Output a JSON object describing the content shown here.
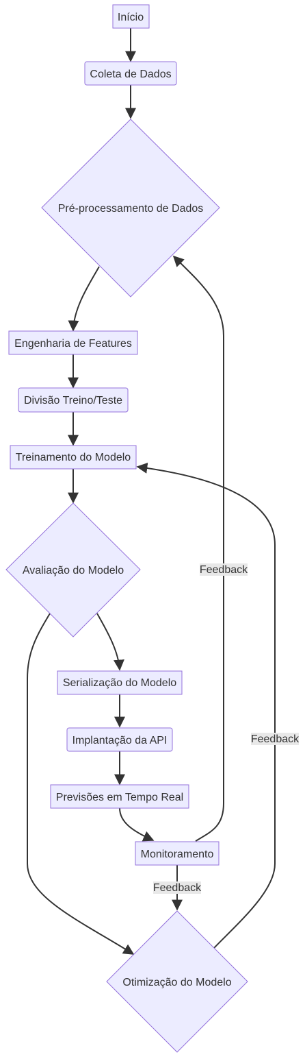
{
  "colors": {
    "node_fill": "#ECECFF",
    "node_stroke": "#9370DB",
    "edge": "#333333",
    "text": "#333333",
    "label_background": "#e8e8e8"
  },
  "nodes": {
    "inicio": "Início",
    "coleta": "Coleta de Dados",
    "preprocessamento": "Pré-processamento de Dados",
    "engenharia": "Engenharia de Features",
    "divisao": "Divisão Treino/Teste",
    "treinamento": "Treinamento do Modelo",
    "avaliacao": "Avaliação do Modelo",
    "serializacao": "Serialização do Modelo",
    "implantacao": "Implantação da API",
    "previsoes": "Previsões em Tempo Real",
    "monitoramento": "Monitoramento",
    "otimizacao": "Otimização do Modelo"
  },
  "edges": [
    {
      "from": "inicio",
      "to": "coleta"
    },
    {
      "from": "coleta",
      "to": "preprocessamento"
    },
    {
      "from": "preprocessamento",
      "to": "engenharia"
    },
    {
      "from": "engenharia",
      "to": "divisao"
    },
    {
      "from": "divisao",
      "to": "treinamento"
    },
    {
      "from": "treinamento",
      "to": "avaliacao"
    },
    {
      "from": "avaliacao",
      "to": "serializacao"
    },
    {
      "from": "avaliacao",
      "to": "otimizacao"
    },
    {
      "from": "serializacao",
      "to": "implantacao"
    },
    {
      "from": "implantacao",
      "to": "previsoes"
    },
    {
      "from": "previsoes",
      "to": "monitoramento"
    },
    {
      "from": "monitoramento",
      "to": "preprocessamento",
      "label": "Feedback"
    },
    {
      "from": "monitoramento",
      "to": "otimizacao",
      "label": "Feedback"
    },
    {
      "from": "otimizacao",
      "to": "treinamento",
      "label": "Feedback"
    }
  ],
  "edge_labels": {
    "monitoramento_to_preprocessamento": "Feedback",
    "monitoramento_to_otimizacao": "Feedback",
    "otimizacao_to_treinamento": "Feedback"
  }
}
